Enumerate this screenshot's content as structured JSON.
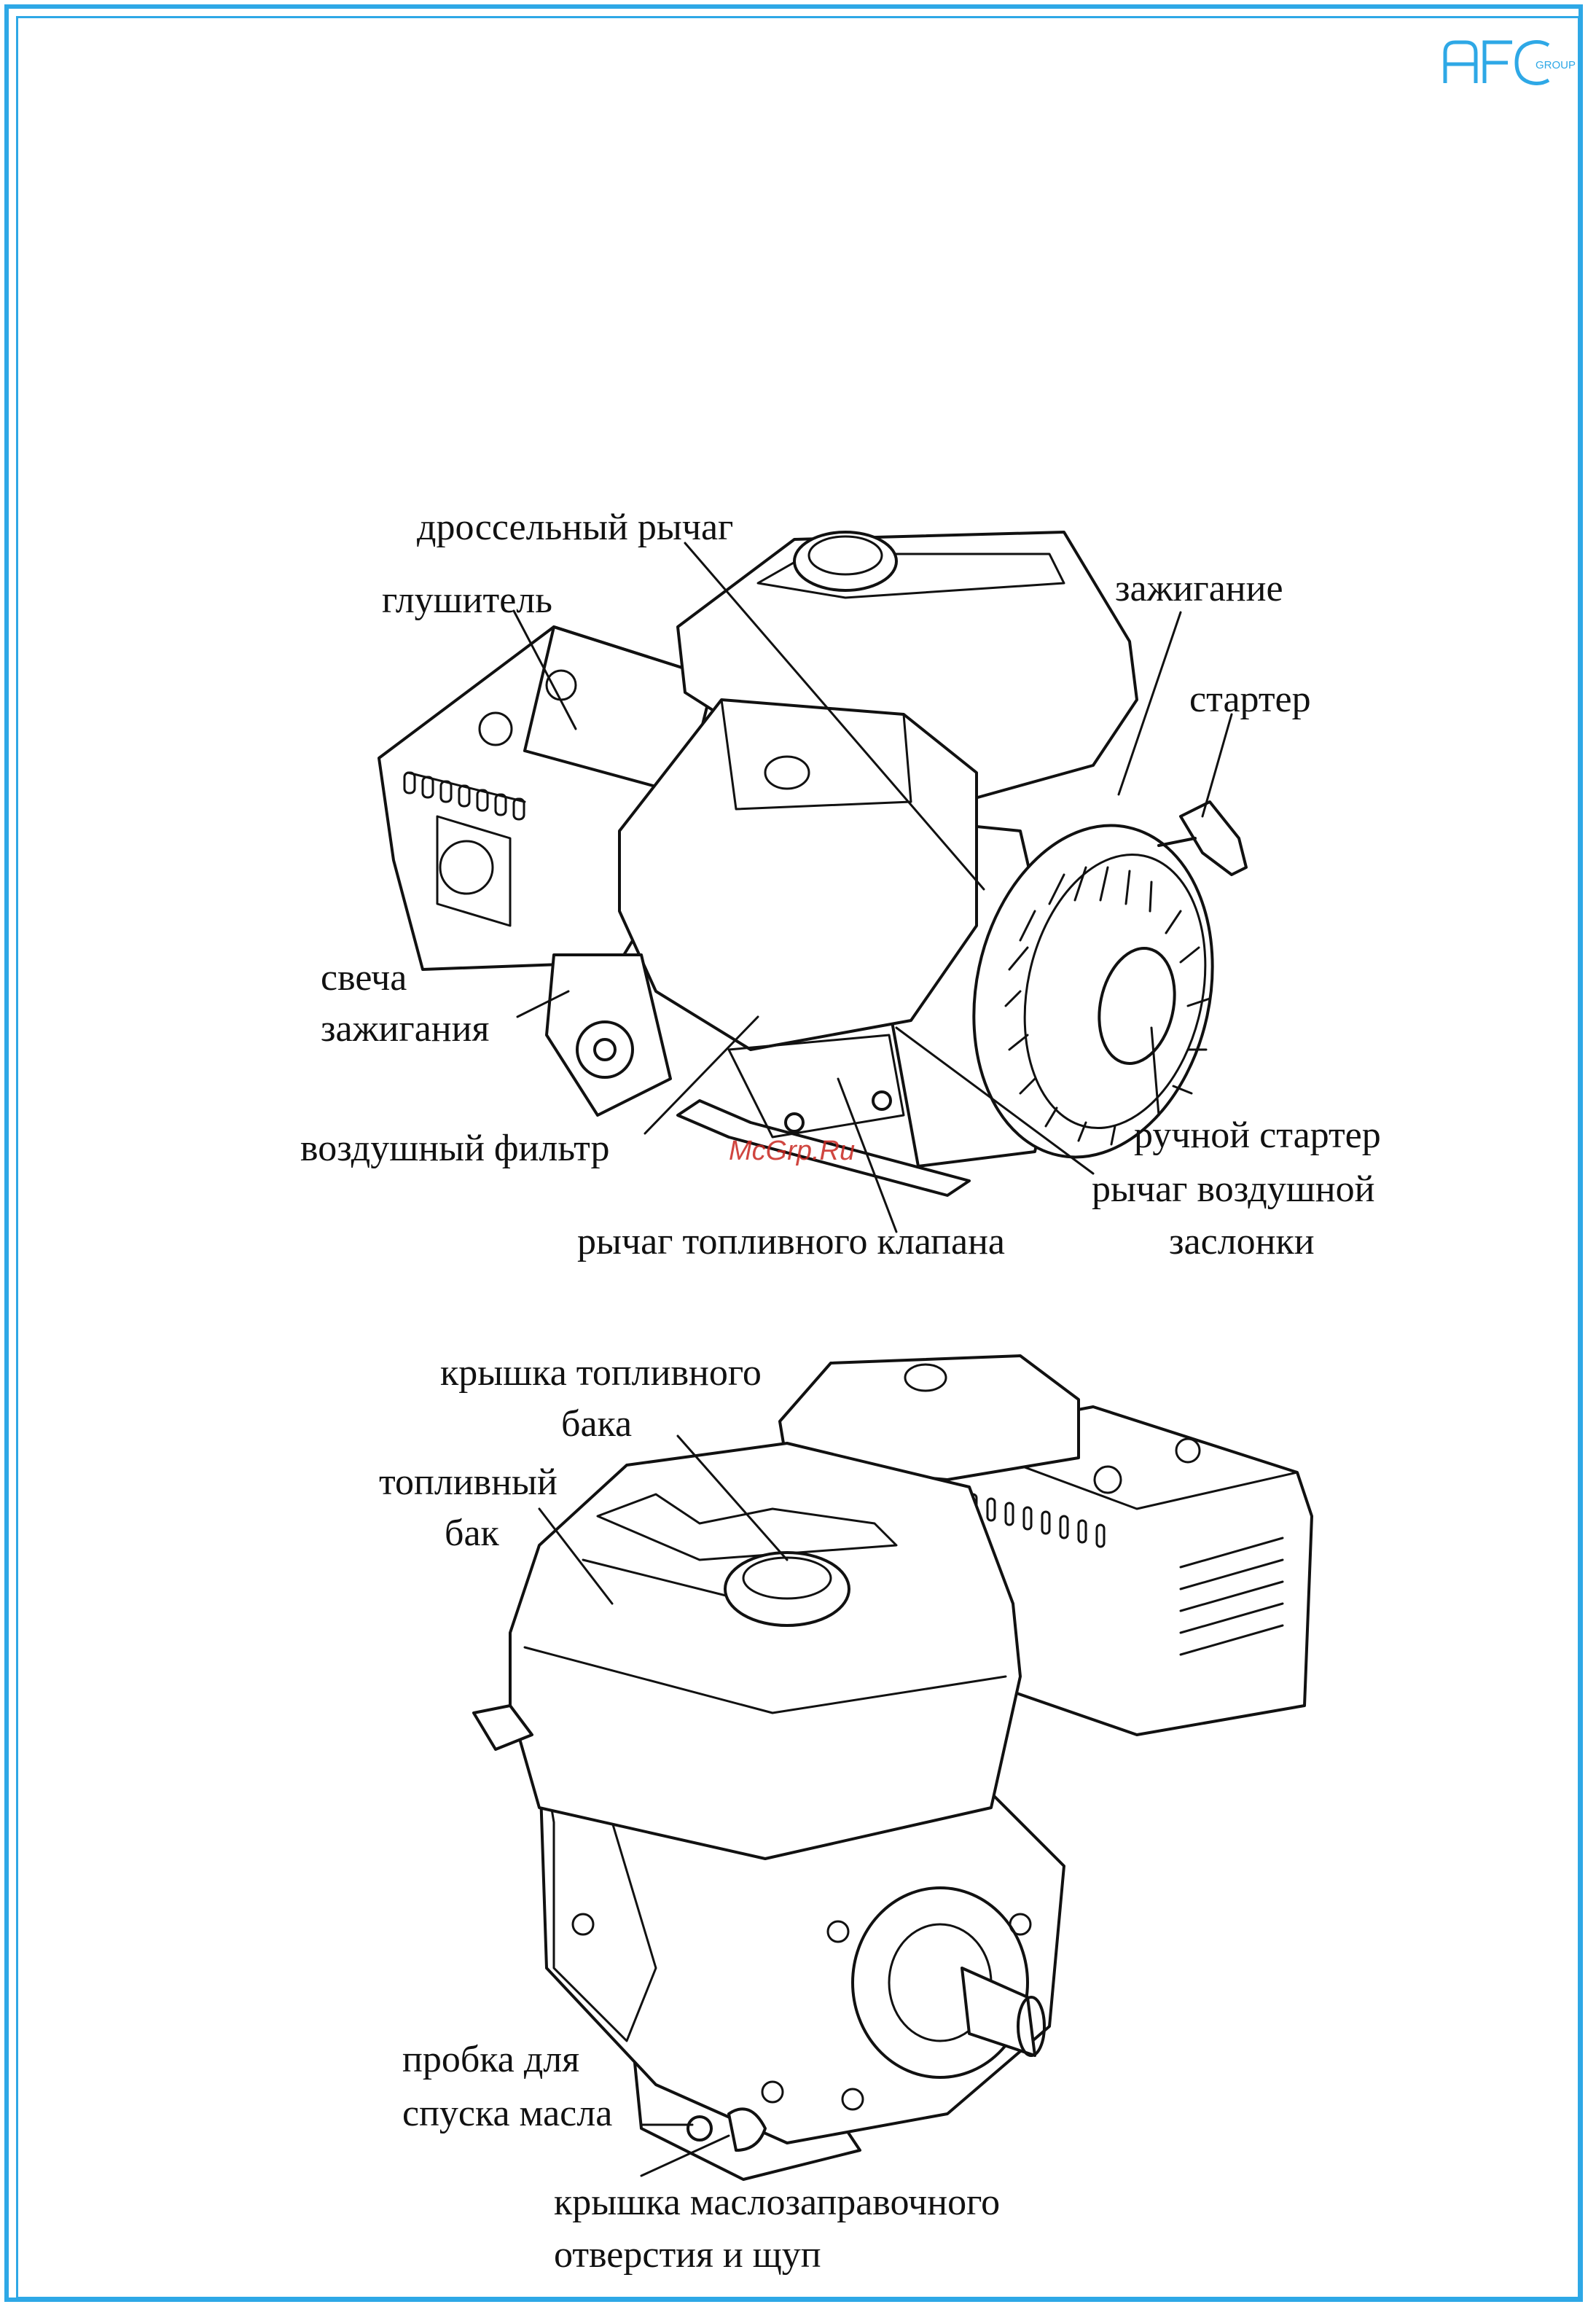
{
  "logo": {
    "main": "AFC",
    "sub": "GROUP",
    "color": "#2ea8e6"
  },
  "watermark": "McGrp.Ru",
  "top_engine": {
    "labels": {
      "throttle_lever": "дроссельный рычаг",
      "muffler": "глушитель",
      "ignition": "зажигание",
      "starter": "стартер",
      "spark_plug_1": "свеча",
      "spark_plug_2": "зажигания",
      "air_filter": "воздушный фильтр",
      "recoil_starter": "ручной стартер",
      "choke_lever_1": "рычаг воздушной",
      "choke_lever_2": "заслонки",
      "fuel_valve_lever": "рычаг топливного клапана"
    }
  },
  "bottom_engine": {
    "labels": {
      "fuel_cap_1": "крышка топливного",
      "fuel_cap_2": "бака",
      "fuel_tank_1": "топливный",
      "fuel_tank_2": "бак",
      "oil_drain_1": "пробка для",
      "oil_drain_2": "спуска масла",
      "oil_filler_1": "крышка маслозаправочного",
      "oil_filler_2": "отверстия и щуп"
    }
  },
  "colors": {
    "frame": "#2ea8e6",
    "line": "#111111",
    "watermark": "#c8261f"
  }
}
